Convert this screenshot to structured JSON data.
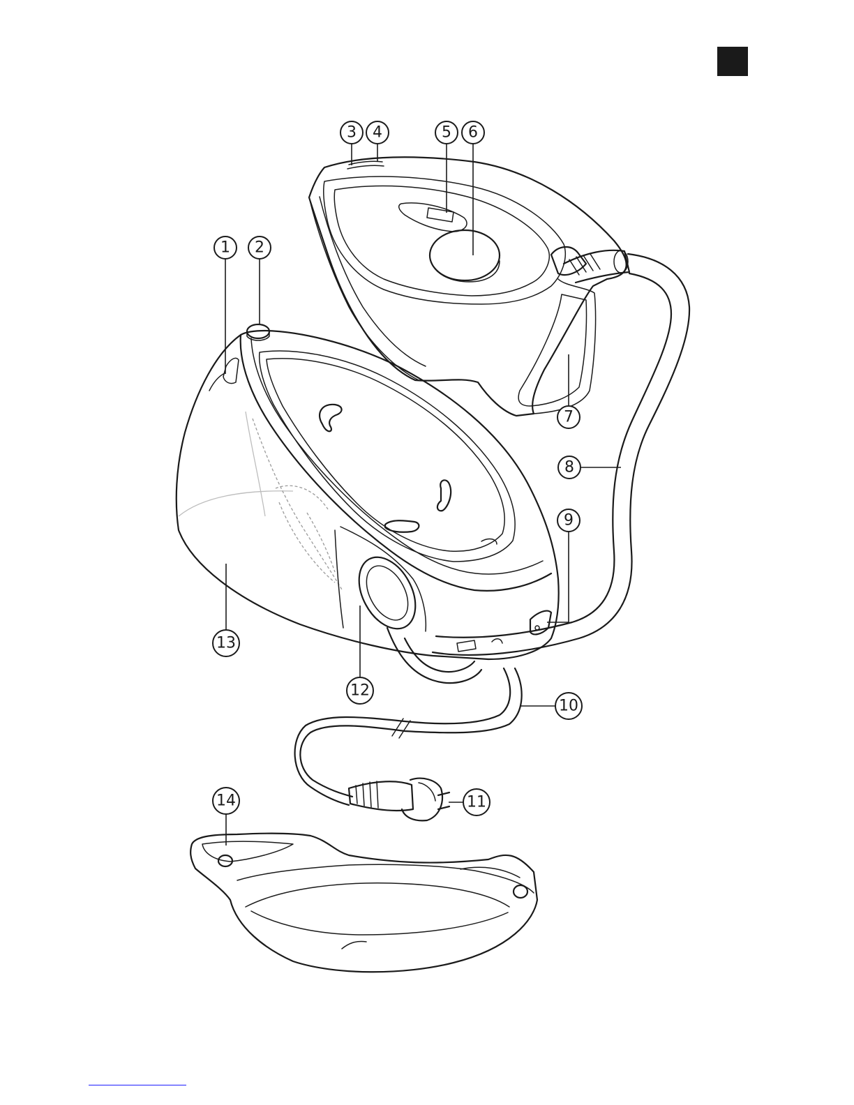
{
  "figure": {
    "subject_icon": "steam-generator-iron-icon",
    "corner_mark_color": "#1a1a1a",
    "line_color": "#1a1a1a",
    "footer_rule_color": "#1a1aff"
  },
  "callouts": [
    {
      "id": "callout-1",
      "label": "1"
    },
    {
      "id": "callout-2",
      "label": "2"
    },
    {
      "id": "callout-3",
      "label": "3"
    },
    {
      "id": "callout-4",
      "label": "4"
    },
    {
      "id": "callout-5",
      "label": "5"
    },
    {
      "id": "callout-6",
      "label": "6"
    },
    {
      "id": "callout-7",
      "label": "7"
    },
    {
      "id": "callout-8",
      "label": "8"
    },
    {
      "id": "callout-9",
      "label": "9"
    },
    {
      "id": "callout-10",
      "label": "10"
    },
    {
      "id": "callout-11",
      "label": "11"
    },
    {
      "id": "callout-12",
      "label": "12"
    },
    {
      "id": "callout-13",
      "label": "13"
    },
    {
      "id": "callout-14",
      "label": "14"
    }
  ]
}
